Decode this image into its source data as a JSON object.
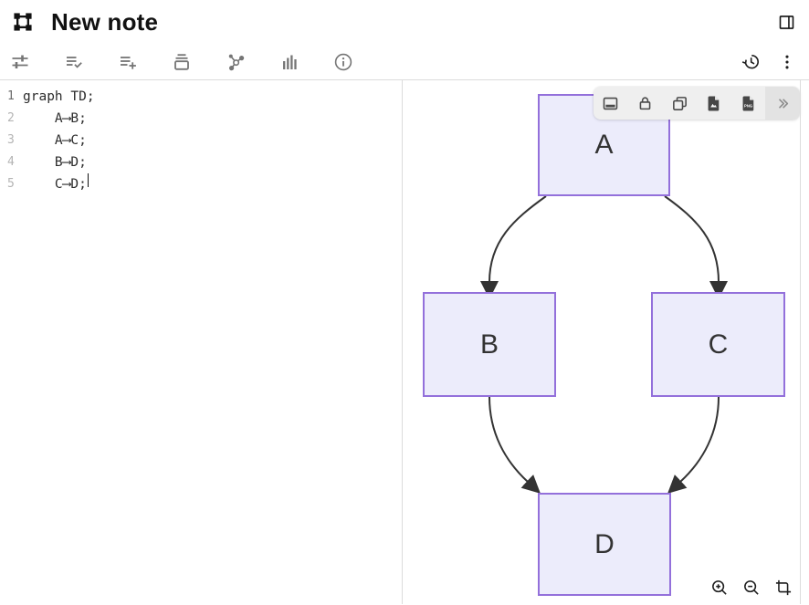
{
  "header": {
    "title": "New note",
    "logo_icon": "vector-square-icon",
    "panel_toggle_icon": "dock-right-icon"
  },
  "toolbar": {
    "left_icons": [
      "tune-icon",
      "list-check-icon",
      "list-add-icon",
      "archive-box-icon",
      "graph-icon",
      "bar-chart-icon",
      "info-icon"
    ],
    "right_icons": [
      "history-icon",
      "kebab-menu-icon"
    ]
  },
  "editor": {
    "lines": [
      {
        "number": "1",
        "text": "graph TD;"
      },
      {
        "number": "2",
        "text": "    A⟶B;"
      },
      {
        "number": "3",
        "text": "    A⟶C;"
      },
      {
        "number": "4",
        "text": "    B⟶D;"
      },
      {
        "number": "5",
        "text": "    C⟶D;"
      }
    ]
  },
  "preview": {
    "floating_toolbar_icons": [
      "dock-bottom-icon",
      "lock-icon",
      "copy-icon",
      "image-file-icon",
      "png-file-icon",
      "chevron-double-right-icon"
    ],
    "png_label": "PNG",
    "zoom_control_icons": [
      "zoom-in-icon",
      "zoom-out-icon",
      "crop-icon"
    ]
  },
  "diagram": {
    "type": "flowchart",
    "direction": "TD",
    "nodes": [
      {
        "id": "A",
        "label": "A"
      },
      {
        "id": "B",
        "label": "B"
      },
      {
        "id": "C",
        "label": "C"
      },
      {
        "id": "D",
        "label": "D"
      }
    ],
    "edges": [
      [
        "A",
        "B"
      ],
      [
        "A",
        "C"
      ],
      [
        "B",
        "D"
      ],
      [
        "C",
        "D"
      ]
    ],
    "colors": {
      "node_fill": "#ececfb",
      "node_border": "#9370db",
      "edge": "#333333",
      "label": "#333333"
    }
  }
}
